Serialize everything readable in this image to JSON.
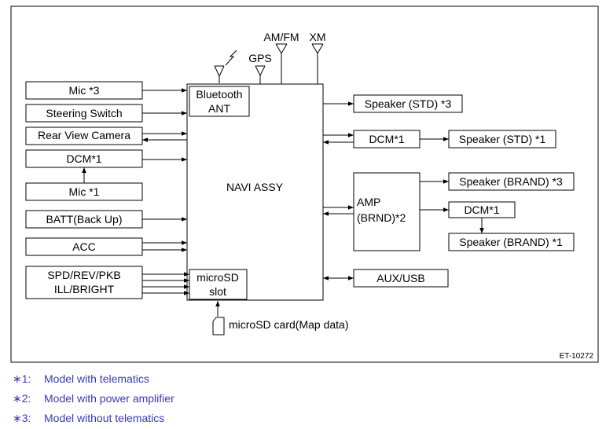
{
  "diagram": {
    "code": "ET-10272",
    "center": "NAVI ASSY",
    "bluetooth": [
      "Bluetooth",
      "ANT"
    ],
    "microsd_slot": [
      "microSD",
      "slot"
    ],
    "microsd_card": "microSD card(Map data)",
    "antennas": {
      "gps": "GPS",
      "amfm": "AM/FM",
      "xm": "XM"
    },
    "inputs": {
      "mic3": "Mic *3",
      "steering": "Steering Switch",
      "camera": "Rear View Camera",
      "dcm1": "DCM*1",
      "mic1": "Mic *1",
      "batt": "BATT(Back Up)",
      "acc": "ACC",
      "spd": [
        "SPD/REV/PKB",
        "ILL/BRIGHT"
      ]
    },
    "outputs": {
      "speaker_std3": "Speaker (STD) *3",
      "dcm1": "DCM*1",
      "speaker_std1": "Speaker (STD) *1",
      "amp": [
        "AMP",
        "(BRND)*2"
      ],
      "speaker_brand3": "Speaker (BRAND) *3",
      "dcm1_brand": "DCM*1",
      "speaker_brand1": "Speaker (BRAND) *1",
      "aux": "AUX/USB"
    }
  },
  "notes": [
    {
      "mark": "∗1:",
      "text": "Model with telematics"
    },
    {
      "mark": "∗2:",
      "text": "Model with power amplifier"
    },
    {
      "mark": "∗3:",
      "text": "Model without telematics"
    }
  ],
  "colors": {
    "line": "#000000",
    "note_text": "#3a3ab8"
  }
}
